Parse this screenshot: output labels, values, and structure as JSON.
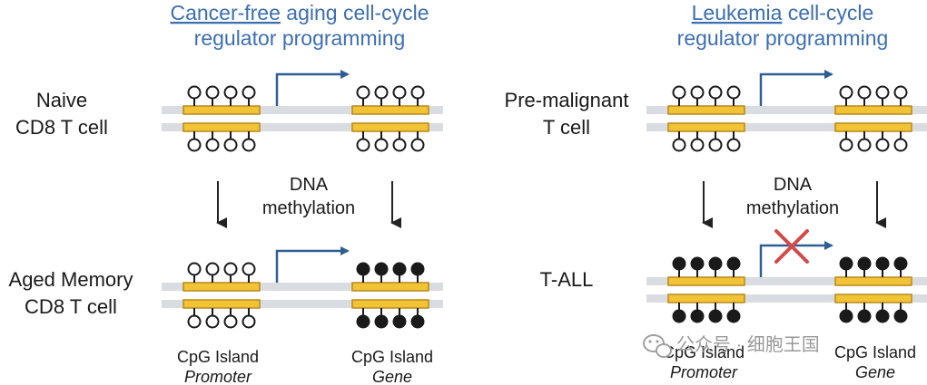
{
  "colors": {
    "title": "#3d6fb0",
    "arrow_blue": "#2f5f92",
    "gold": "#f2c335",
    "gold_edge": "#b8891a",
    "strand": "#d9dce0",
    "cross": "#d24a4a",
    "ink": "#1a1a1a"
  },
  "left": {
    "title_underlined": "Cancer-free",
    "title_rest_line1": " aging cell-cycle",
    "title_line2": "regulator programming",
    "row1_label_line1": "Naive",
    "row1_label_line2": "CD8 T cell",
    "row2_label_line1": "Aged Memory",
    "row2_label_line2": "CD8 T cell",
    "middle_line1": "DNA",
    "middle_line2": "methylation",
    "promoter_label": "CpG Island",
    "promoter_sub": "Promoter",
    "gene_label": "CpG Island",
    "gene_sub": "Gene"
  },
  "right": {
    "title_underlined": "Leukemia",
    "title_rest_line1": " cell-cycle",
    "title_line2": "regulator programming",
    "row1_label_line1": "Pre-malignant",
    "row1_label_line2": "T cell",
    "row2_label": "T-ALL",
    "middle_line1": "DNA",
    "middle_line2": "methylation",
    "promoter_label": "CpG Island",
    "promoter_sub": "Promoter",
    "gene_label": "CpG Island",
    "gene_sub": "Gene"
  },
  "watermark": {
    "icon": "wechat-icon",
    "text": "公众号 · 细胞王国"
  }
}
